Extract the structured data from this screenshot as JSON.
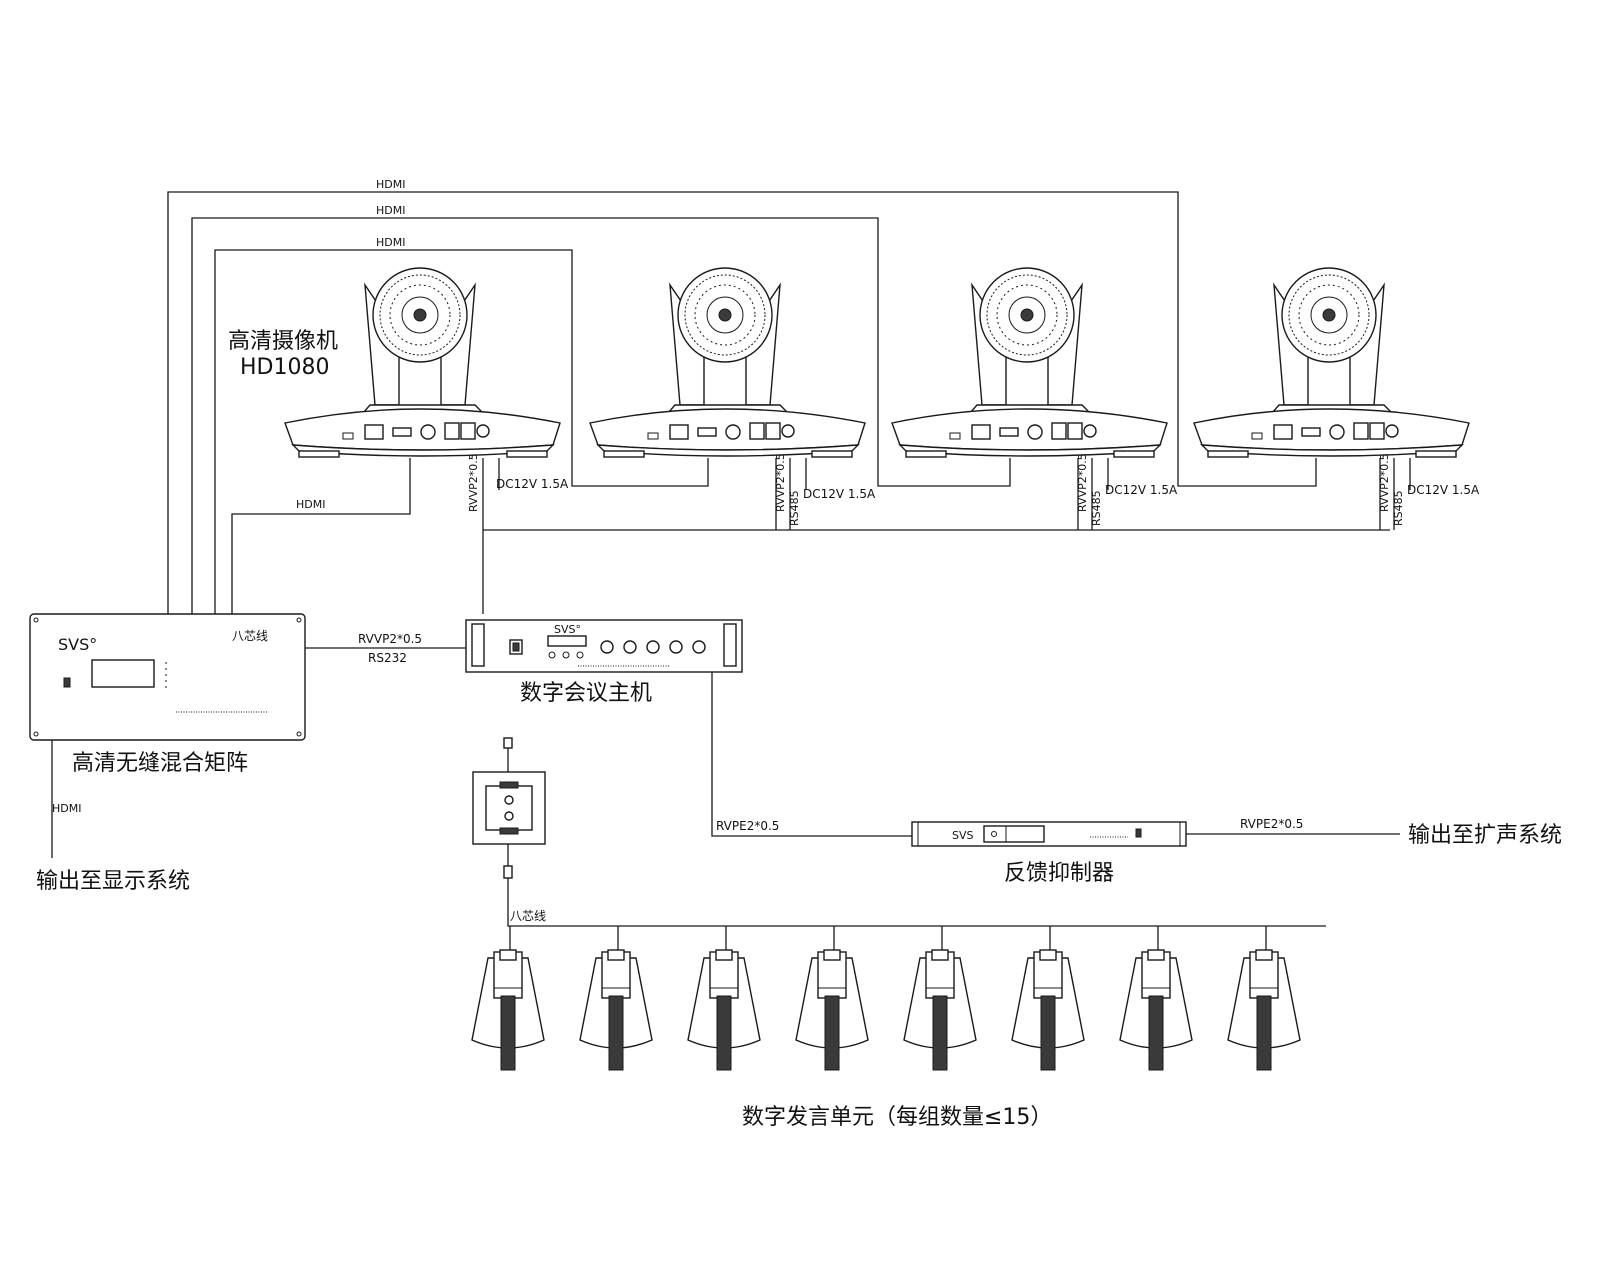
{
  "camera": {
    "title": "高清摄像机",
    "model": "HD1080",
    "power_label": "DC12V 1.5A",
    "control_cable": "RVVP2*0.5",
    "bus_label": "RS485"
  },
  "hdmi_label": "HDMI",
  "matrix": {
    "brand": "SVS°",
    "cable_label": "八芯线",
    "title": "高清无缝混合矩阵",
    "output_label": "输出至显示系统"
  },
  "host": {
    "brand": "SVS°",
    "title": "数字会议主机",
    "link_cable": "RVVP2*0.5",
    "link_protocol": "RS232"
  },
  "suppressor": {
    "brand": "SVS",
    "title": "反馈抑制器",
    "in_cable": "RVPE2*0.5",
    "out_cable": "RVPE2*0.5",
    "output_label": "输出至扩声系统"
  },
  "units": {
    "cable_label": "八芯线",
    "title": "数字发言单元（每组数量≤15）",
    "count": 8
  }
}
